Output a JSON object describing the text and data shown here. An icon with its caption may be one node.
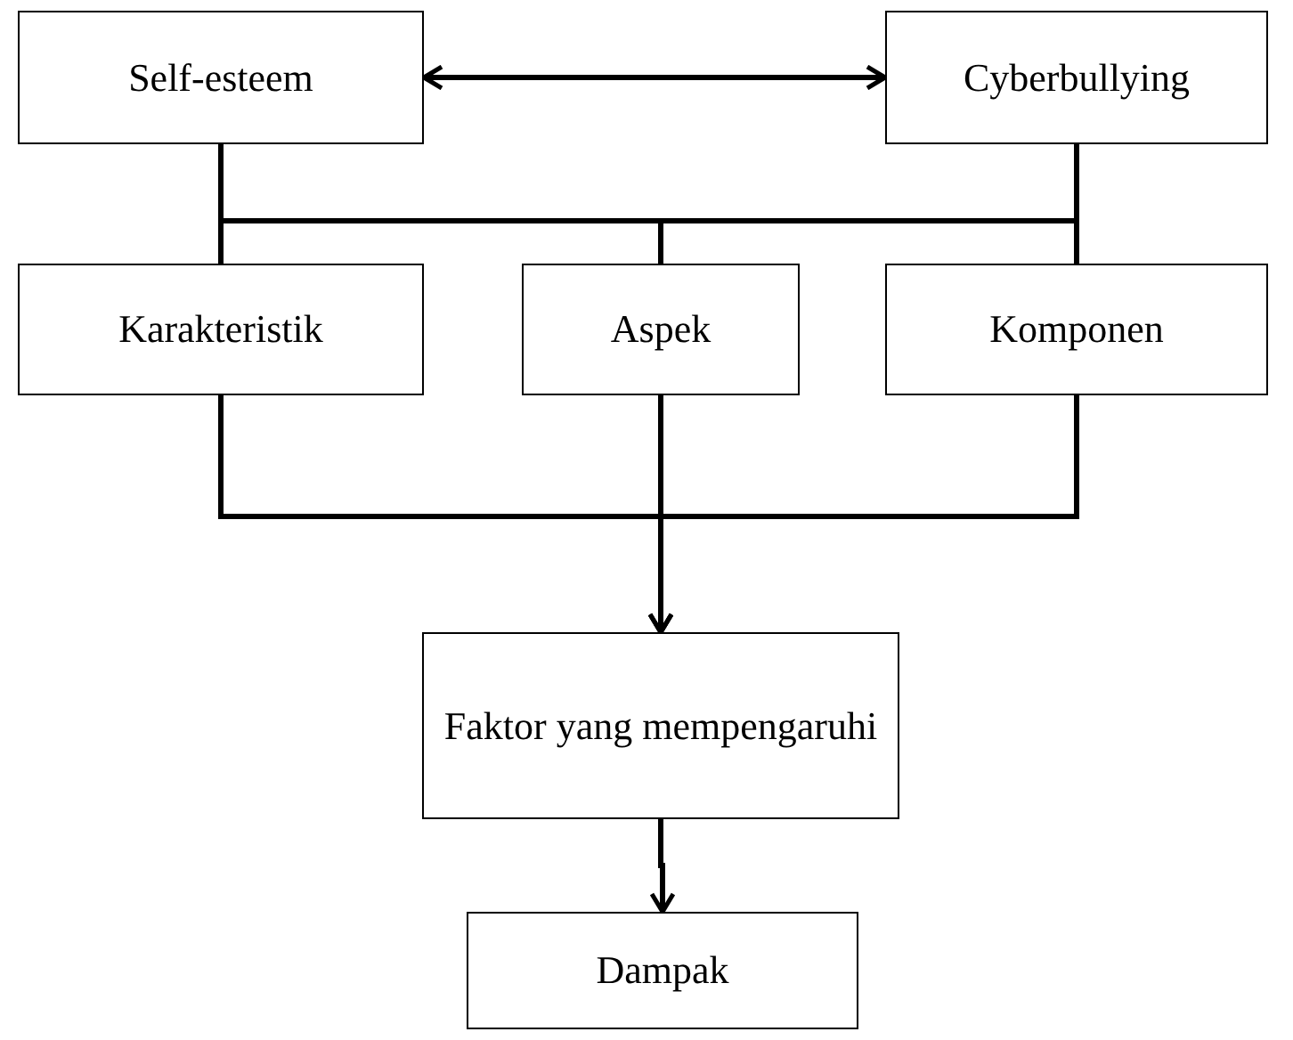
{
  "diagram": {
    "nodes": [
      {
        "text": [
          "Self-esteem"
        ]
      },
      {
        "text": [
          "Cyberbullying"
        ]
      },
      {
        "text": [
          "Karakteristik"
        ]
      },
      {
        "text": [
          "Aspek"
        ]
      },
      {
        "text": [
          "Komponen"
        ]
      },
      {
        "text": [
          "Faktor yang mempengaruhi"
        ]
      },
      {
        "text": [
          "Dampak"
        ]
      }
    ],
    "edges": [
      {
        "from": 0,
        "to": 1,
        "arrow": "both"
      },
      {
        "from": 0,
        "to": 2,
        "arrow": "none"
      },
      {
        "from": 0,
        "to": 3,
        "arrow": "none"
      },
      {
        "from": 0,
        "to": 4,
        "arrow": "none"
      },
      {
        "from": 1,
        "to": 2,
        "arrow": "none"
      },
      {
        "from": 1,
        "to": 3,
        "arrow": "none"
      },
      {
        "from": 1,
        "to": 4,
        "arrow": "none"
      },
      {
        "from": 2,
        "to": 5,
        "arrow": "to"
      },
      {
        "from": 3,
        "to": 5,
        "arrow": "to"
      },
      {
        "from": 4,
        "to": 5,
        "arrow": "to"
      },
      {
        "from": 5,
        "to": 6,
        "arrow": "to"
      }
    ]
  }
}
